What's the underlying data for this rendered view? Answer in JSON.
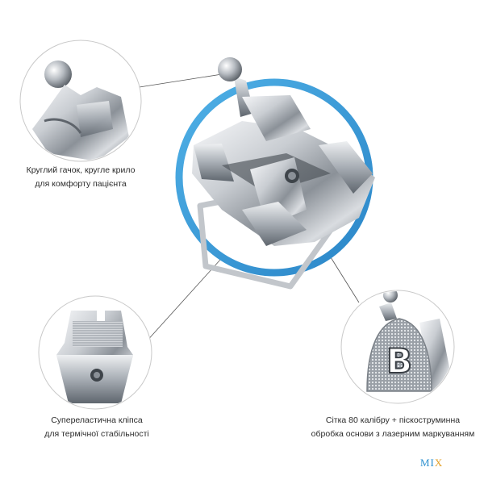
{
  "captions": {
    "top_left": {
      "line1": "Круглий гачок, кругле крило",
      "line2": "для комфорту пацієнта"
    },
    "bottom_left": {
      "line1": "Супереластична кліпса",
      "line2": "для термічної стабільності"
    },
    "bottom_right": {
      "line1": "Сітка 80 калібру + піскоструминна",
      "line2": "обробка основи з лазерним маркуванням"
    }
  },
  "logo": {
    "main": "MI",
    "accent": "X"
  },
  "base_letter": "B",
  "colors": {
    "ring_accent": "#3a9ad6",
    "metal_light": "#f2f4f6",
    "metal_mid": "#b9bec4",
    "metal_dark": "#6f767e",
    "logo_blue": "#2a8fcf",
    "logo_gold": "#e3a12b"
  }
}
